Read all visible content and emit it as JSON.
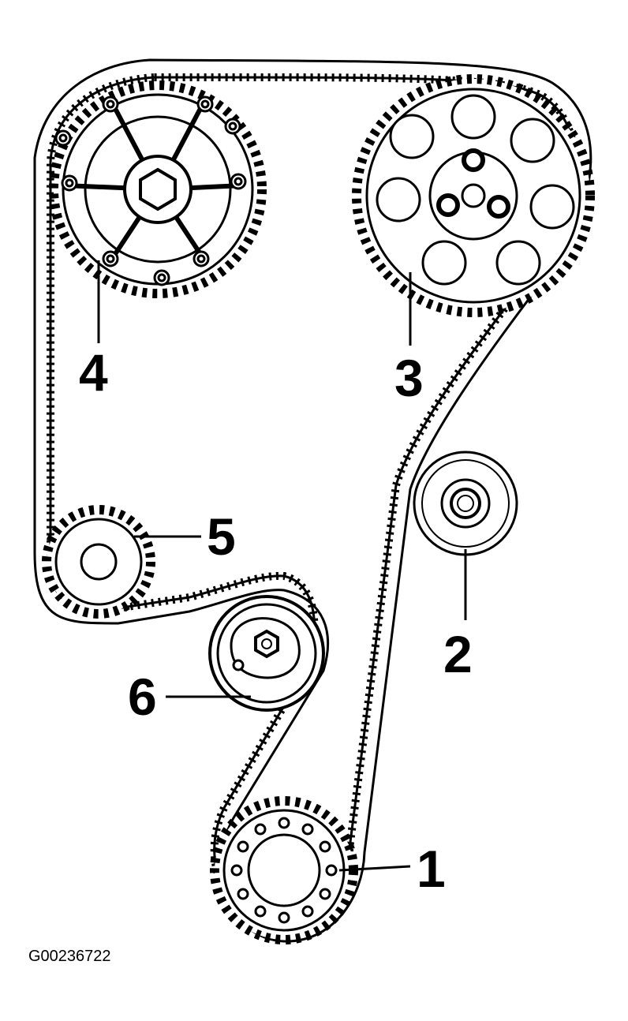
{
  "diagram": {
    "line_color": "#000000",
    "background_color": "#ffffff",
    "callouts": {
      "c1": "1",
      "c2": "2",
      "c3": "3",
      "c4": "4",
      "c5": "5",
      "c6": "6"
    },
    "figure_code": "G00236722"
  }
}
